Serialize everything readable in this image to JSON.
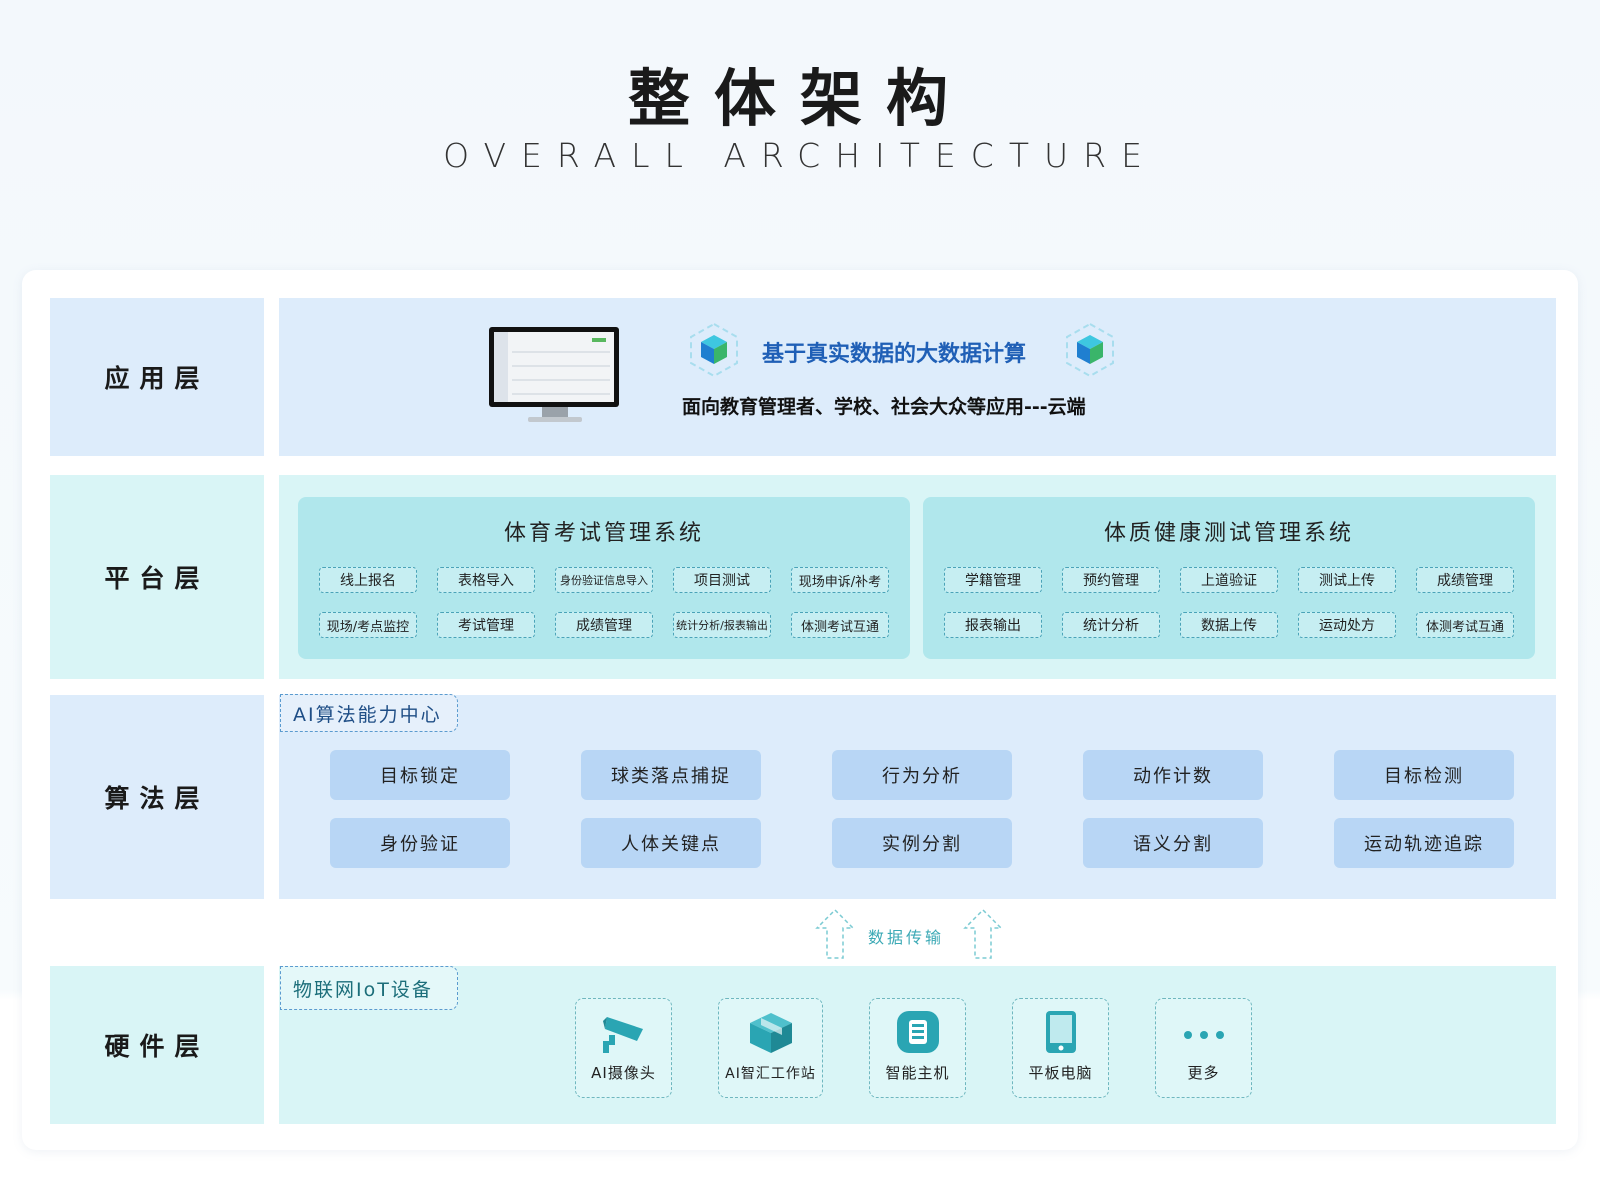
{
  "header": {
    "title": "整体架构",
    "subtitle": "OVERALL ARCHITECTURE"
  },
  "layers": {
    "application": {
      "label": "应用层",
      "headline": "基于真实数据的大数据计算",
      "subline": "面向教育管理者、学校、社会大众等应用---云端"
    },
    "platform": {
      "label": "平台层",
      "systems": [
        {
          "title": "体育考试管理系统",
          "items": [
            "线上报名",
            "表格导入",
            "身份验证信息导入",
            "项目测试",
            "现场申诉/补考",
            "现场/考点监控",
            "考试管理",
            "成绩管理",
            "统计分析/报表输出",
            "体测考试互通"
          ]
        },
        {
          "title": "体质健康测试管理系统",
          "items": [
            "学籍管理",
            "预约管理",
            "上道验证",
            "测试上传",
            "成绩管理",
            "报表输出",
            "统计分析",
            "数据上传",
            "运动处方",
            "体测考试互通"
          ]
        }
      ]
    },
    "algorithm": {
      "label": "算法层",
      "tag": "AI算法能力中心",
      "items": [
        "目标锁定",
        "球类落点捕捉",
        "行为分析",
        "动作计数",
        "目标检测",
        "身份验证",
        "人体关键点",
        "实例分割",
        "语义分割",
        "运动轨迹追踪"
      ]
    },
    "transfer": {
      "label": "数据传输"
    },
    "hardware": {
      "label": "硬件层",
      "tag": "物联网IoT设备",
      "devices": [
        {
          "label": "AI摄像头",
          "icon": "camera-icon"
        },
        {
          "label": "AI智汇工作站",
          "icon": "box-icon"
        },
        {
          "label": "智能主机",
          "icon": "host-icon"
        },
        {
          "label": "平板电脑",
          "icon": "tablet-icon"
        },
        {
          "label": "更多",
          "icon": "more-icon"
        }
      ]
    }
  },
  "colors": {
    "blue_panel": "#ddecfb",
    "cyan_panel": "#d9f5f6",
    "algo_button": "#b8d6f5",
    "system_box": "#b0e7ec",
    "headline_blue": "#1f5fb6",
    "icon_teal": "#2aa5b3"
  }
}
